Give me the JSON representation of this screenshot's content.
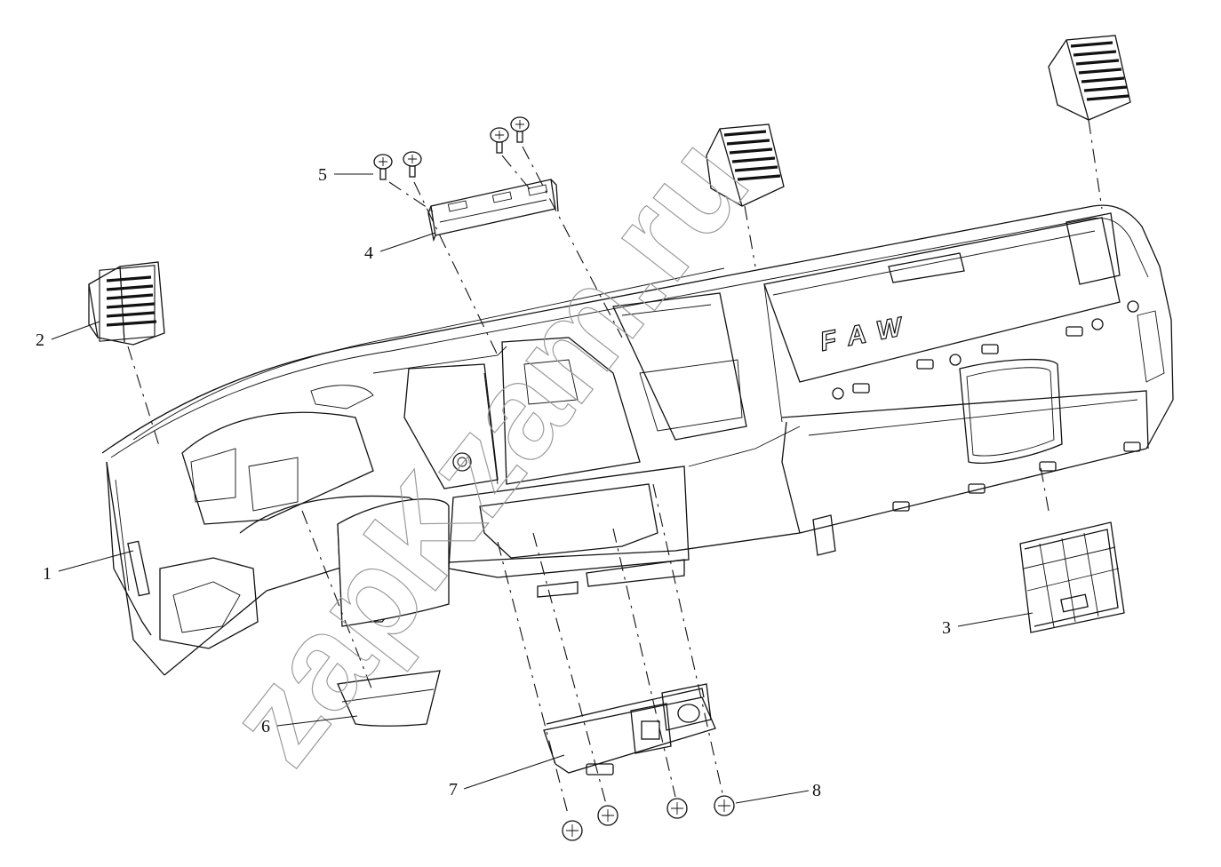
{
  "diagram": {
    "watermark": "zapKzam.ru",
    "callouts": [
      {
        "id": "1",
        "label": "1"
      },
      {
        "id": "2",
        "label": "2"
      },
      {
        "id": "3",
        "label": "3"
      },
      {
        "id": "4",
        "label": "4"
      },
      {
        "id": "5",
        "label": "5"
      },
      {
        "id": "6",
        "label": "6"
      },
      {
        "id": "7",
        "label": "7"
      },
      {
        "id": "8",
        "label": "8"
      }
    ],
    "brand_mark": "FAW"
  }
}
